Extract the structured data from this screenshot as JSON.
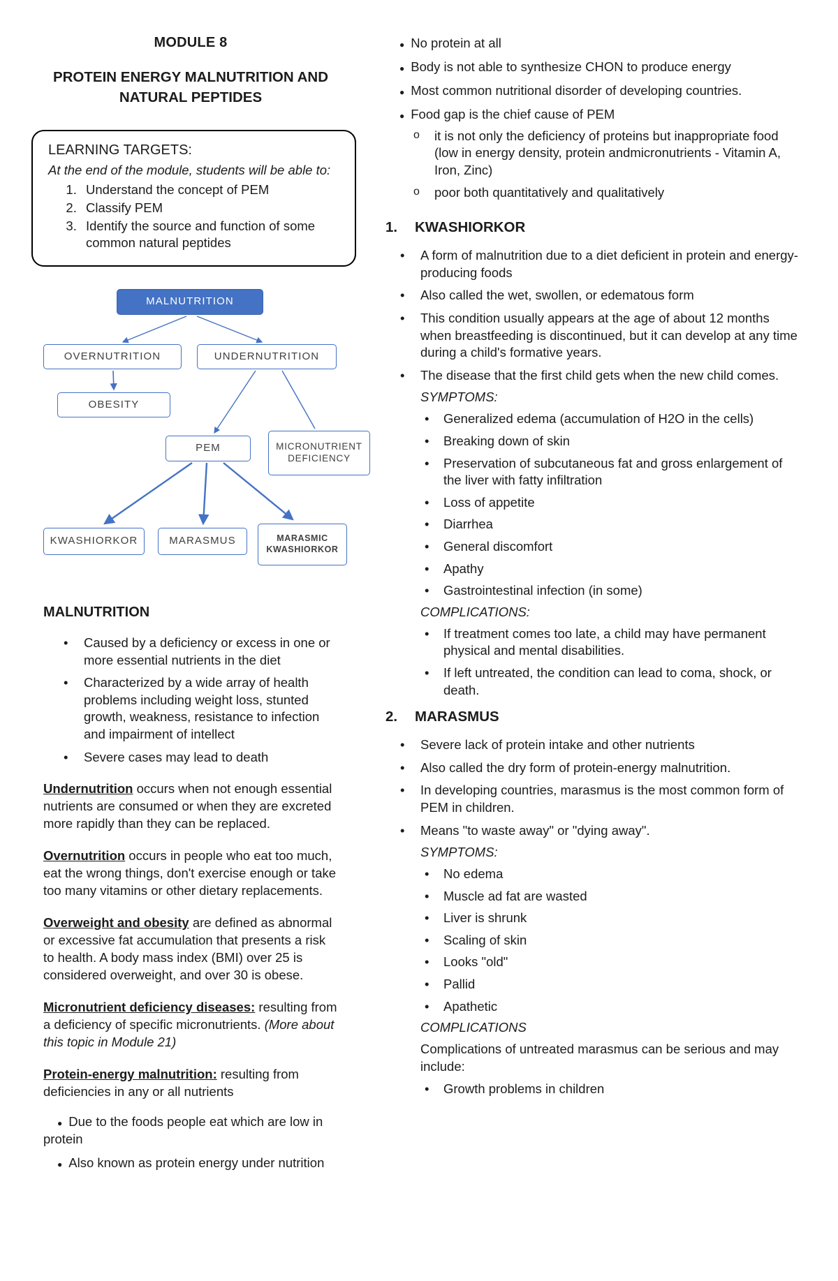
{
  "header": {
    "module": "MODULE 8",
    "title_line1": "PROTEIN ENERGY MALNUTRITION AND",
    "title_line2": "NATURAL PEPTIDES"
  },
  "learning_targets": {
    "heading": "LEARNING TARGETS:",
    "intro": "At the end of the module, students will be able to:",
    "items": [
      "Understand the concept of PEM",
      "Classify PEM",
      "Identify the source and function of some common natural peptides"
    ]
  },
  "diagram": {
    "nodes": {
      "malnutrition": "MALNUTRITION",
      "overnutrition": "OVERNUTRITION",
      "undernutrition": "UNDERNUTRITION",
      "obesity": "OBESITY",
      "pem": "PEM",
      "micronutrient": {
        "line1": "MICRONUTRIENT",
        "line2": "DEFICIENCY"
      },
      "kwashiorkor": "KWASHIORKOR",
      "marasmus": "MARASMUS",
      "marasmic": {
        "line1": "MARASMIC",
        "line2": "KWASHIORKOR"
      }
    },
    "colors": {
      "root_fill": "#4472C4",
      "box_border": "#4472C4",
      "connector": "#4472C4"
    }
  },
  "malnutrition_section": {
    "heading": "MALNUTRITION",
    "bullets": [
      "Caused by a deficiency or excess in one or more essential nutrients in the diet",
      "Characterized by a wide array of health problems including weight loss, stunted growth, weakness, resistance to infection and impairment of intellect",
      "Severe cases may lead to death"
    ]
  },
  "definitions": [
    {
      "lead": "Undernutrition",
      "rest": " occurs when not enough essential nutrients are consumed or when they are excreted more rapidly than they can be replaced."
    },
    {
      "lead": "Overnutrition",
      "rest": " occurs in people who eat too much, eat the wrong things, don't exercise enough or take too many vitamins or other dietary replacements."
    },
    {
      "lead": "Overweight and obesity",
      "rest": " are defined as abnormal or excessive fat accumulation that presents a risk to health. A body mass index (BMI) over 25 is considered overweight, and over 30 is obese."
    },
    {
      "lead": "Micronutrient deficiency diseases:",
      "rest": " resulting from a deficiency of specific micronutrients. ",
      "note": "(More about this topic in Module 21)"
    },
    {
      "lead": "Protein-energy malnutrition:",
      "rest": " resulting from deficiencies in any or all nutrients"
    }
  ],
  "pem_intro_bullets": [
    "Due to the foods people eat which are low in protein",
    "Also known as protein energy under nutrition"
  ],
  "right_intro": {
    "bullets": [
      "No protein at all",
      "Body is not able to synthesize CHON to produce energy",
      "Most common nutritional disorder of developing countries.",
      "Food gap is the chief cause of PEM"
    ],
    "sub_bullets": [
      "it is not only the deficiency of proteins but inappropriate food (low in energy density, protein andmicronutrients - Vitamin A, Iron, Zinc)",
      "poor both quantitatively and qualitatively"
    ]
  },
  "kwashiorkor": {
    "number": "1.",
    "heading": "KWASHIORKOR",
    "bullets": [
      "A form of malnutrition due to a diet deficient in protein and energy-producing foods",
      "Also called the wet, swollen, or edematous form",
      "This condition usually appears at the age of about 12 months when breastfeeding is discontinued, but it can develop at any time during a child's formative years.",
      "The disease that the first child gets when the new child comes."
    ],
    "symptoms_label": "SYMPTOMS:",
    "symptoms": [
      "Generalized edema (accumulation of H2O in the cells)",
      "Breaking down of skin",
      "Preservation of subcutaneous fat and gross enlargement of the liver with fatty infiltration",
      "Loss of appetite",
      "Diarrhea",
      "General discomfort",
      "Apathy",
      "Gastrointestinal infection (in some)"
    ],
    "complications_label": "COMPLICATIONS:",
    "complications": [
      "If treatment comes too late, a child may have permanent physical and mental disabilities.",
      "If left untreated, the condition can lead to coma, shock, or death."
    ]
  },
  "marasmus": {
    "number": "2.",
    "heading": "MARASMUS",
    "bullets": [
      "Severe lack of protein intake and other nutrients",
      "Also called the dry form of protein-energy malnutrition.",
      "In developing countries, marasmus is the most common form of PEM in children.",
      "Means \"to waste away\" or \"dying away\"."
    ],
    "symptoms_label": "SYMPTOMS:",
    "symptoms": [
      "No edema",
      "Muscle ad fat are wasted",
      "Liver is shrunk",
      "Scaling of skin",
      "Looks \"old\"",
      "Pallid",
      "Apathetic"
    ],
    "complications_label": "COMPLICATIONS",
    "complications_intro": "Complications of untreated marasmus can be serious and may include:",
    "complications": [
      "Growth problems in children"
    ]
  }
}
